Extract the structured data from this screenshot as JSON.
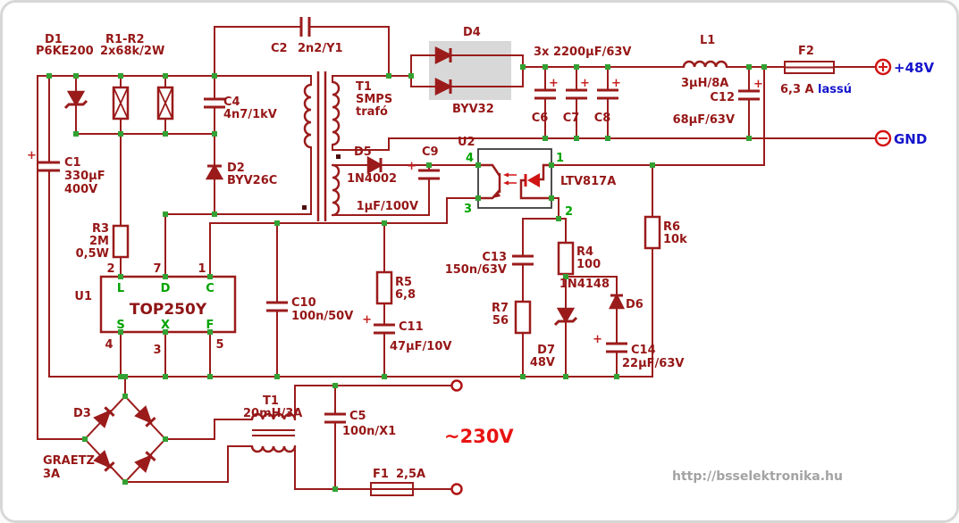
{
  "symbols": {
    "plus": "+"
  },
  "output": {
    "pos": "+48V",
    "gnd": "GND"
  },
  "mains_voltage": "~230V",
  "watermark": "http://bsselektronika.hu",
  "components": {
    "d1": {
      "name": "D1",
      "value": "P6KE200"
    },
    "r12": {
      "name": "R1-R2",
      "value": "2x68k/2W"
    },
    "c2": {
      "name": "C2",
      "value": "2n2/Y1"
    },
    "c4": {
      "name": "C4",
      "value": "4n7/1kV"
    },
    "t1a": {
      "name": "T1",
      "value": "SMPS",
      "value2": "trafó"
    },
    "c1": {
      "name": "C1",
      "value": "330µF",
      "value2": "400V"
    },
    "d2": {
      "name": "D2",
      "value": "BYV26C"
    },
    "r3": {
      "name": "R3",
      "value": "2M",
      "value2": "0,5W"
    },
    "u1": {
      "name": "U1",
      "part": "TOP250Y",
      "pins_top": [
        "2",
        "7",
        "1"
      ],
      "letters_top": [
        "L",
        "D",
        "C"
      ],
      "pins_bottom": [
        "4",
        "3",
        "5"
      ],
      "letters_bottom": [
        "S",
        "X",
        "F"
      ]
    },
    "c10": {
      "name": "C10",
      "value": "100n/50V"
    },
    "r5": {
      "name": "R5",
      "value": "6,8"
    },
    "c11": {
      "name": "C11",
      "value": "47µF/10V"
    },
    "d5": {
      "name": "D5",
      "value": "1N4002"
    },
    "c9": {
      "name": "C9",
      "value": "1µF/100V"
    },
    "d4": {
      "name": "D4",
      "value": "BYV32"
    },
    "bulk": {
      "label": "3x 2200µF/63V",
      "c6": "C6",
      "c7": "C7",
      "c8": "C8"
    },
    "l1": {
      "name": "L1",
      "value": "3µH/8A"
    },
    "f2": {
      "name": "F2",
      "value": "6,3 A",
      "value2": "lassú"
    },
    "c12": {
      "name": "C12",
      "value": "68µF/63V"
    },
    "u2": {
      "name": "U2",
      "part": "LTV817A",
      "pin4": "4",
      "pin3": "3",
      "pin1": "1",
      "pin2": "2"
    },
    "r6": {
      "name": "R6",
      "value": "10k"
    },
    "c13": {
      "name": "C13",
      "value": "150n/63V"
    },
    "r4": {
      "name": "R4",
      "value": "100"
    },
    "d6": {
      "name": "D6",
      "value": "1N4148"
    },
    "r7": {
      "name": "R7",
      "value": "56"
    },
    "d7": {
      "name": "D7",
      "value": "48V"
    },
    "c14": {
      "name": "C14",
      "value": "22µF/63V"
    },
    "d3": {
      "name": "D3",
      "value": "GRAETZ",
      "value2": "3A"
    },
    "t1b": {
      "name": "T1",
      "value": "20mH/3A"
    },
    "c5": {
      "name": "C5",
      "value": "100n/X1"
    },
    "f1": {
      "name": "F1",
      "value": "2,5A"
    }
  }
}
